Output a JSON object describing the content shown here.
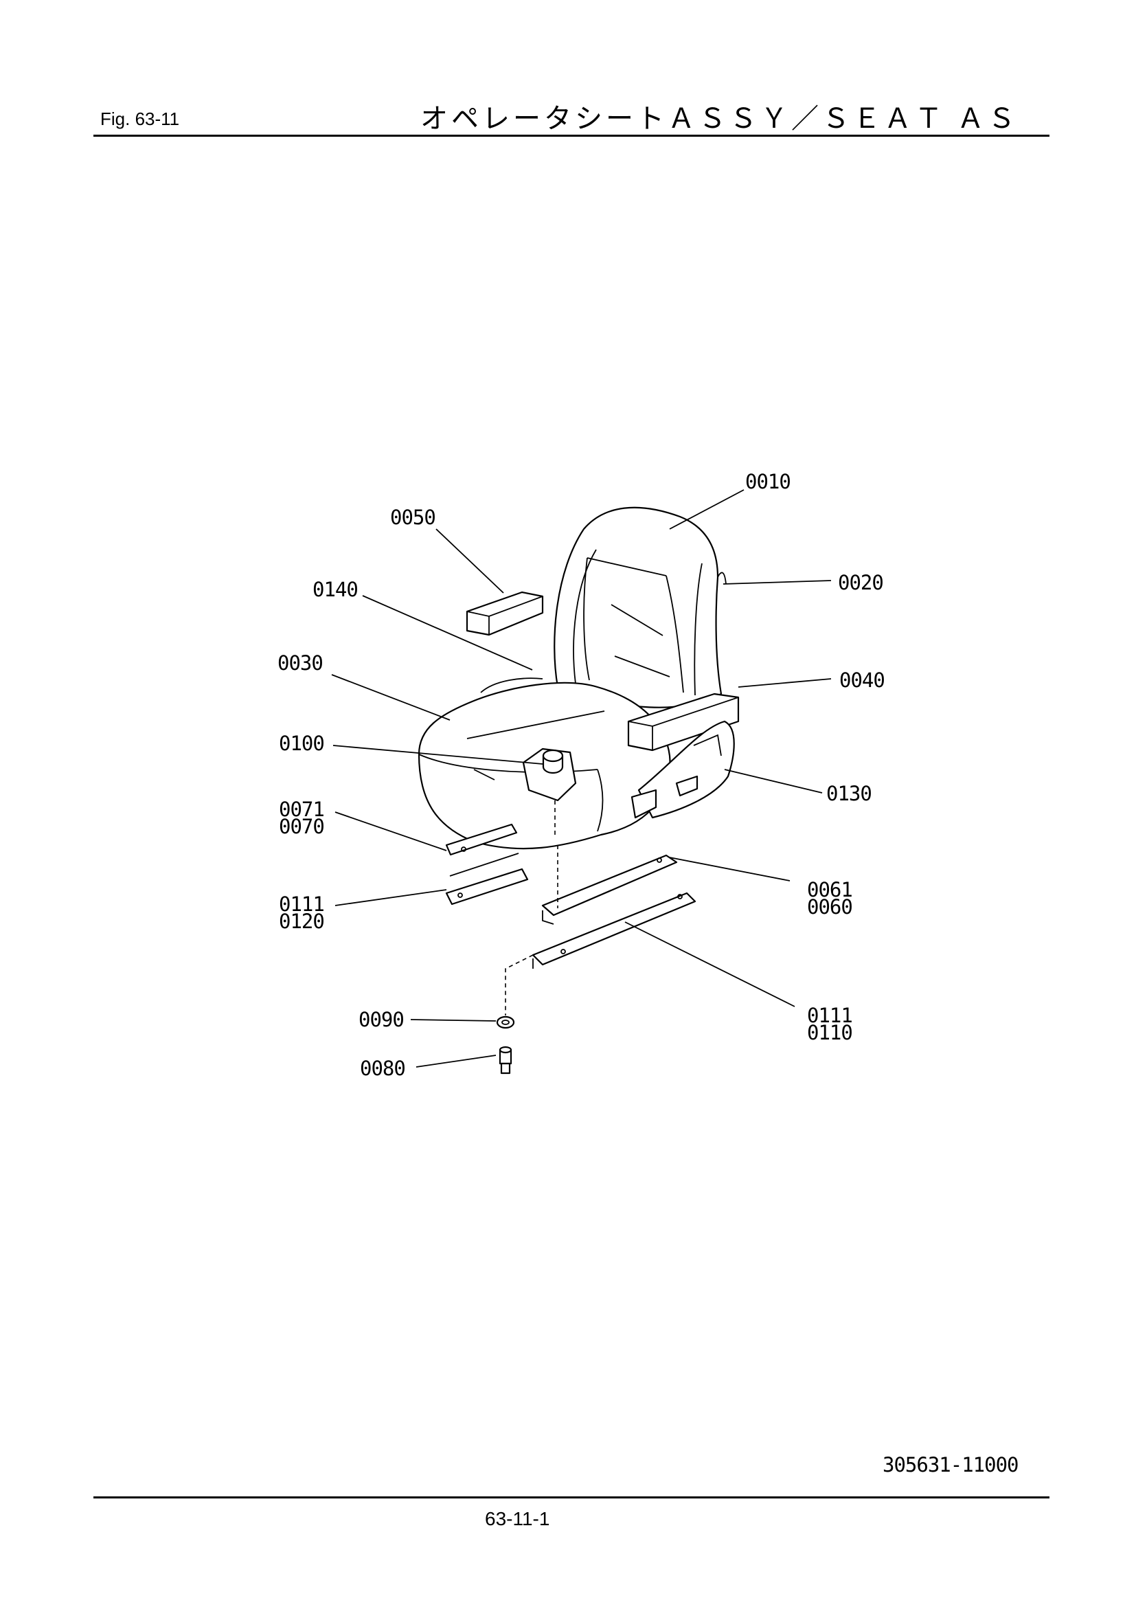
{
  "header": {
    "figure_label": "Fig.  63-11",
    "title": "オペレータシートＡＳＳＹ／ＳＥＡＴ ＡＳ"
  },
  "callouts": [
    {
      "id": "c0010",
      "lines": [
        "0010"
      ]
    },
    {
      "id": "c0050",
      "lines": [
        "0050"
      ]
    },
    {
      "id": "c0020",
      "lines": [
        "0020"
      ]
    },
    {
      "id": "c0140",
      "lines": [
        "0140"
      ]
    },
    {
      "id": "c0030",
      "lines": [
        "0030"
      ]
    },
    {
      "id": "c0040",
      "lines": [
        "0040"
      ]
    },
    {
      "id": "c0100",
      "lines": [
        "0100"
      ]
    },
    {
      "id": "c0130",
      "lines": [
        "0130"
      ]
    },
    {
      "id": "c0071",
      "lines": [
        "0071",
        "0070"
      ]
    },
    {
      "id": "c0061",
      "lines": [
        "0061",
        "0060"
      ]
    },
    {
      "id": "c0111a",
      "lines": [
        "0111",
        "0120"
      ]
    },
    {
      "id": "c0090",
      "lines": [
        "0090"
      ]
    },
    {
      "id": "c0111b",
      "lines": [
        "0111",
        "0110"
      ]
    },
    {
      "id": "c0080",
      "lines": [
        "0080"
      ]
    }
  ],
  "footer": {
    "doc_number": "305631-11000",
    "page_number": "63-11-1"
  }
}
